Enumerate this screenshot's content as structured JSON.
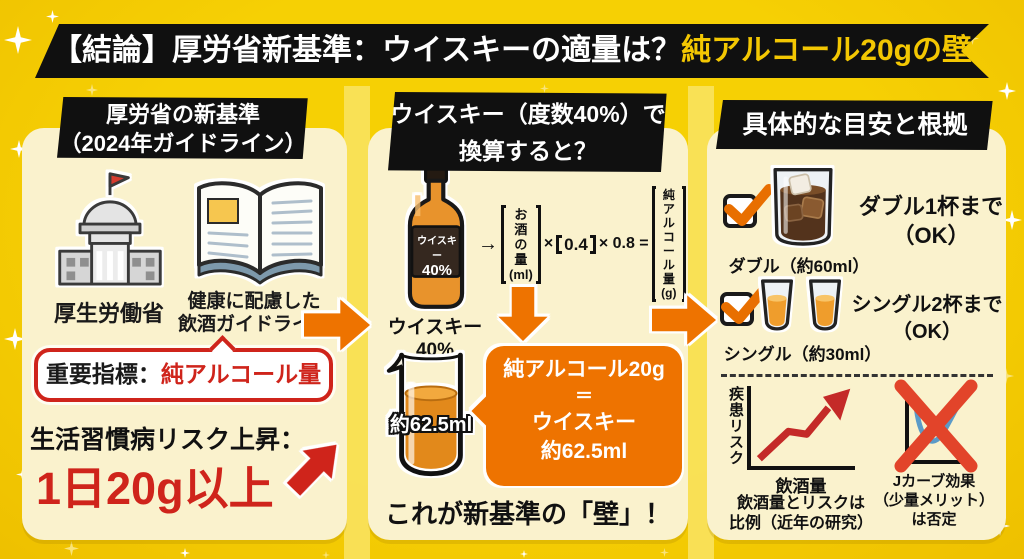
{
  "colors": {
    "bg": "#f6d004",
    "bgDeep": "#eec000",
    "stripe": "#fae25e",
    "panel": "#faf2cd",
    "black": "#101010",
    "orange": "#ee7300",
    "red": "#cf241b",
    "titleYellow": "#f3c702"
  },
  "banner": {
    "text_white": "【結論】厚労省新基準：ウイスキーの適量は？",
    "text_yellow": "純アルコール20gの壁"
  },
  "icons": [
    "government-building-icon",
    "guideline-book-icon",
    "whiskey-bottle-icon",
    "beaker-icon",
    "rocks-glass-icon",
    "shot-glass-icon",
    "checkbox-check-icon",
    "risk-chart-icon",
    "jcurve-crossed-icon",
    "up-arrow-icon",
    "down-arrow-icon",
    "right-arrow-icon"
  ],
  "left_panel": {
    "header_line1": "厚労省の新基準",
    "header_line2": "（2024年ガイドライン）",
    "ministry_label": "厚生労働省",
    "guideline_label_line1": "健康に配慮した",
    "guideline_label_line2": "飲酒ガイドライン",
    "key_metric_prefix": "重要指標：",
    "key_metric_value": "純アルコール量",
    "risk_label": "生活習慣病リスク上昇：",
    "risk_value": "1日20g以上"
  },
  "middle_panel": {
    "header_line1": "ウイスキー（度数40%）で",
    "header_line2": "換算すると？",
    "bottle_label_line1": "ウイスキー",
    "bottle_label_line2": "40%",
    "bottle_caption_line1": "ウイスキー",
    "bottle_caption_line2": "40%",
    "formula": {
      "arrow": "→",
      "operand_line1": "お酒の",
      "operand_line2": "量(ml)",
      "times1": "×",
      "factor1": "0.4",
      "times2": "× 0.8 =",
      "result_line1": "純アル",
      "result_line2": "コール量",
      "result_line3": "(g)"
    },
    "beaker_label": "約62.5ml",
    "bubble_line1": "純アルコール20g",
    "bubble_line2": "＝",
    "bubble_line3": "ウイスキー",
    "bubble_line4": "約62.5ml",
    "caption": "これが新基準の「壁」！"
  },
  "right_panel": {
    "header": "具体的な目安と根拠",
    "rows": [
      {
        "icon_caption": "ダブル（約60ml）",
        "text_line1": "ダブル1杯まで",
        "text_line2": "（OK）"
      },
      {
        "icon_caption": "シングル（約30ml）",
        "text_line1": "シングル2杯まで",
        "text_line2": "（OK）"
      }
    ],
    "chart_risk": {
      "ylabel": "疾患リスク",
      "xlabel": "飲酒量",
      "caption_line1": "飲酒量とリスクは",
      "caption_line2": "比例（近年の研究）"
    },
    "jcurve": {
      "caption_line1": "Jカーブ効果",
      "caption_line2": "（少量メリット）",
      "caption_line3": "は否定"
    }
  }
}
